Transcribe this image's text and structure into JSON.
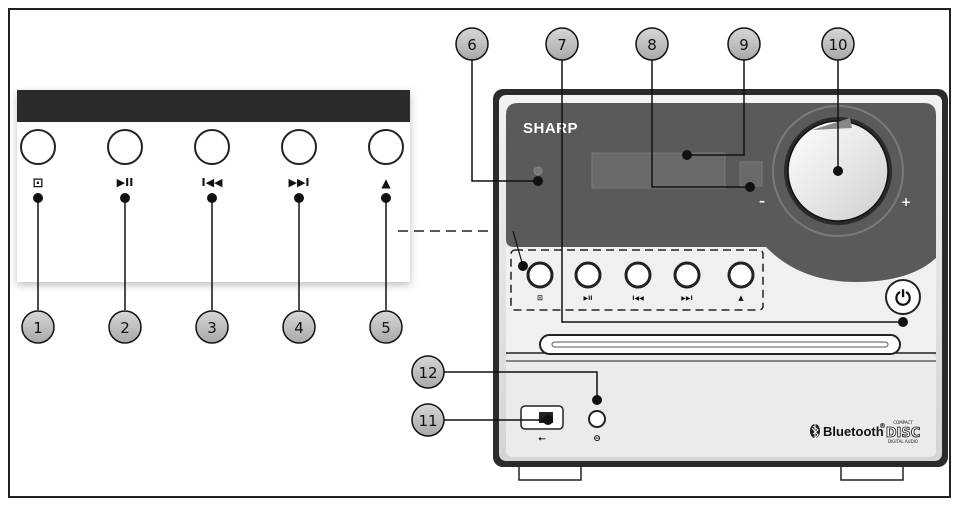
{
  "brand": "SHARP",
  "bluetooth_label": "Bluetooth",
  "bluetooth_mark": "®",
  "disc_logo_text": "DISC",
  "disc_logo_top": "COMPACT",
  "disc_logo_bottom": "DIGITAL AUDIO",
  "volume_minus": "–",
  "volume_plus": "+",
  "callouts": [
    "1",
    "2",
    "3",
    "4",
    "5",
    "6",
    "7",
    "8",
    "9",
    "10",
    "11",
    "12"
  ],
  "button_symbols": {
    "source": "⊡",
    "play_pause": "▶II",
    "previous": "I◀◀",
    "next": "▶▶I",
    "eject": "▲",
    "power": "⏻",
    "usb": "⭠",
    "headphone": "⊖"
  },
  "colors": {
    "panel_dark": "#5a5a5a",
    "bezel": "#2b2b2b",
    "callout_fill": "#bdbdbd",
    "frame": "#222222"
  }
}
